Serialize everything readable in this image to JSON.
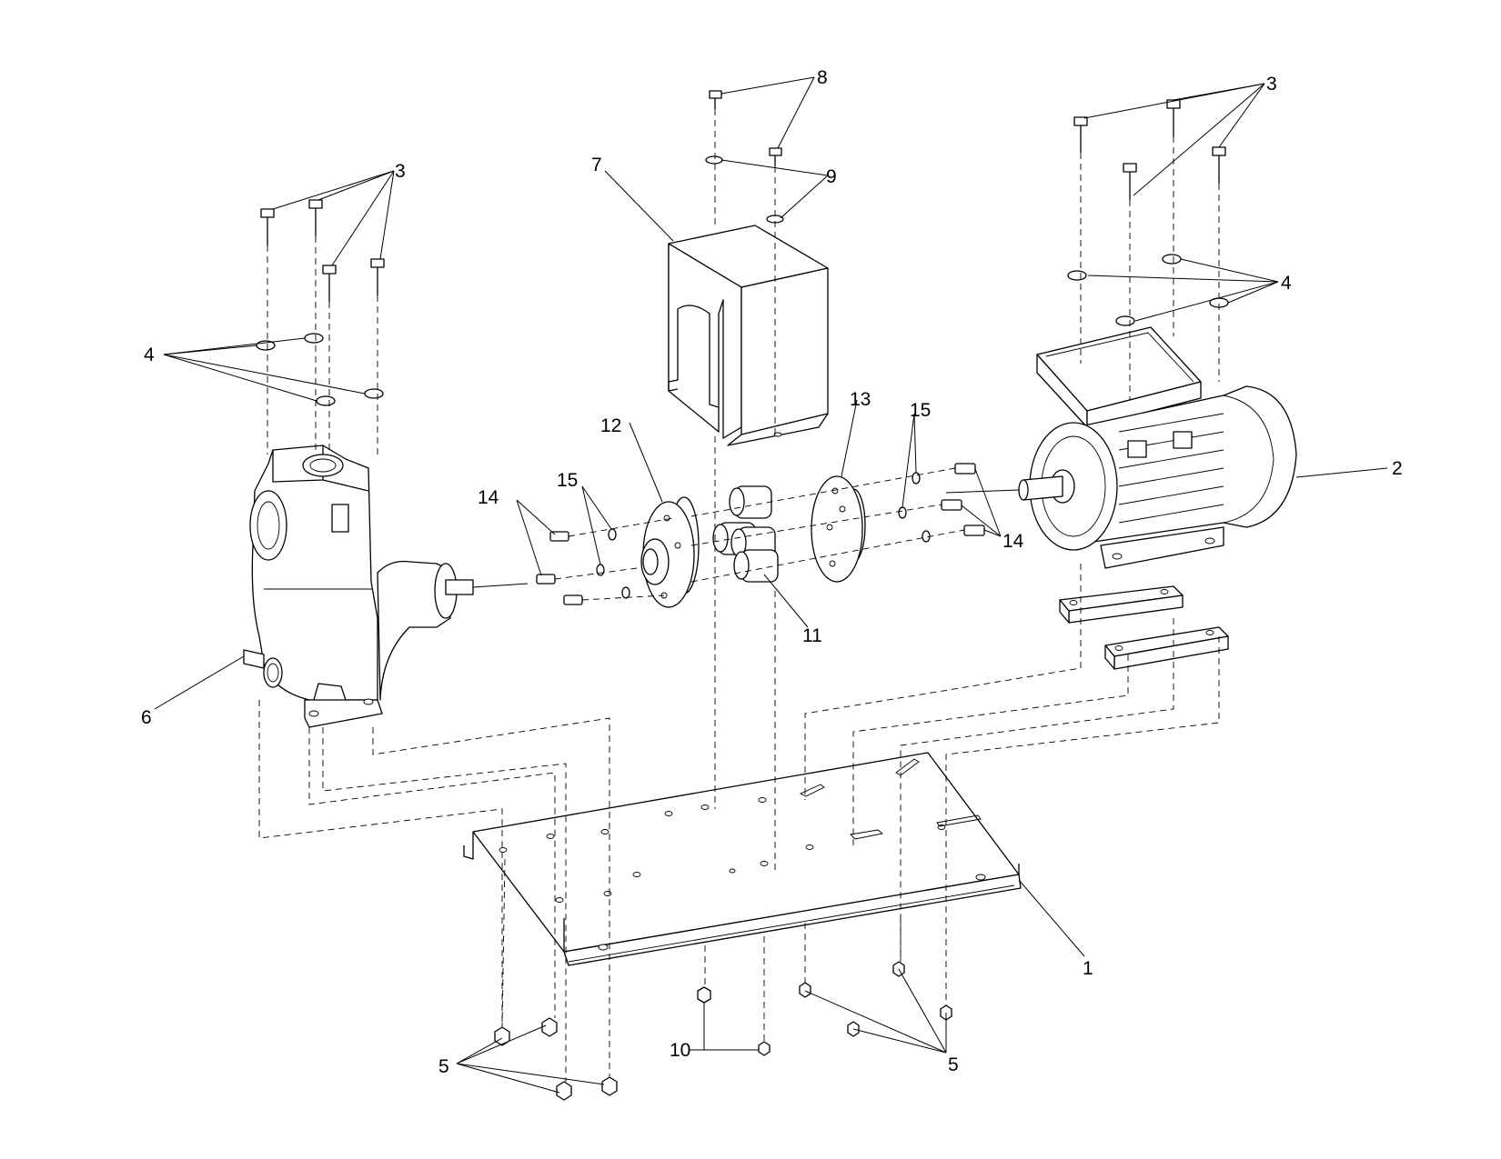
{
  "callouts": [
    {
      "id": "c1",
      "label": "1"
    },
    {
      "id": "c2",
      "label": "2"
    },
    {
      "id": "c3a",
      "label": "3"
    },
    {
      "id": "c3b",
      "label": "3"
    },
    {
      "id": "c4a",
      "label": "4"
    },
    {
      "id": "c4b",
      "label": "4"
    },
    {
      "id": "c5a",
      "label": "5"
    },
    {
      "id": "c5b",
      "label": "5"
    },
    {
      "id": "c6",
      "label": "6"
    },
    {
      "id": "c7",
      "label": "7"
    },
    {
      "id": "c8",
      "label": "8"
    },
    {
      "id": "c9",
      "label": "9"
    },
    {
      "id": "c10",
      "label": "10"
    },
    {
      "id": "c11",
      "label": "11"
    },
    {
      "id": "c12",
      "label": "12"
    },
    {
      "id": "c13",
      "label": "13"
    },
    {
      "id": "c14a",
      "label": "14"
    },
    {
      "id": "c14b",
      "label": "14"
    },
    {
      "id": "c15a",
      "label": "15"
    },
    {
      "id": "c15b",
      "label": "15"
    }
  ],
  "colors": {
    "line": "#000000",
    "background": "#ffffff"
  }
}
